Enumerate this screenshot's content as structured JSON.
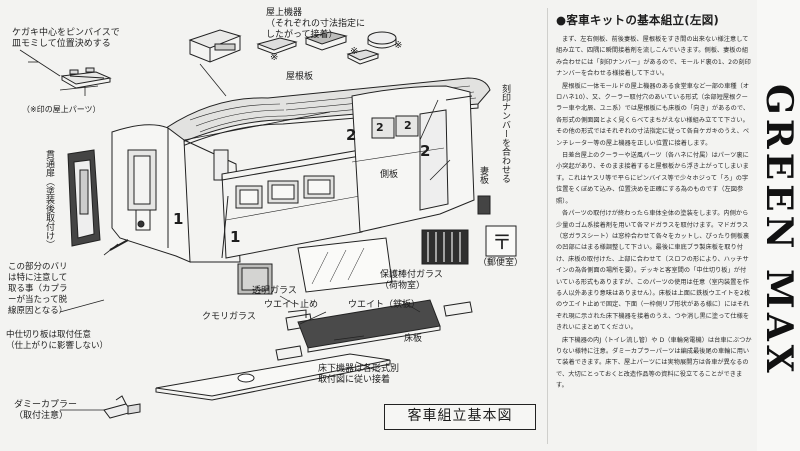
{
  "diagram": {
    "callouts": {
      "top_left": "ケガキ中心をピンバイスで\n皿モミして位置決めする",
      "roof_parts": "屋上機器\n（それぞれの寸法指定に\nしたがって接着）",
      "roof_part_note": "（※印の屋上パーツ）",
      "roof_plate": "屋根板",
      "engraved_number": "刻印ナンバーを合わせる",
      "end_door": "貫通扉（塗装後取付け）",
      "side_panel": "側板",
      "end_panel": "妻板",
      "burr_note": "この部分のバリ\nは特に注意して\n取る事（カプラ\nーが当たって脱\n線原因となる）",
      "partition_note": "中仕切り板は取付任意\n（仕上がりに影響しない）",
      "frosted_glass": "クモリガラス",
      "clear_glass": "透明ガラス",
      "weight_stop": "ウエイト止め",
      "weight_iron": "ウエイト（鉄板）",
      "protective_grille": "保護棒付ガラス\n（荷物室）",
      "post_office": "（郵便室）",
      "floor_plate": "床板",
      "underfloor_note": "床下機器は各形式別\n取付図に従い接着",
      "dummy_coupler": "ダミーカプラー\n（取付注意）",
      "asterisk": "※",
      "num_1": "1",
      "num_2": "2"
    },
    "caption": "客車組立基本図"
  },
  "article": {
    "heading": "●客車キットの基本組立(左図)",
    "paragraphs": [
      "まず、左右側板、前後妻板、屋根板をすき間の出来ない様注意して組み立て、四隅に瞬間接着剤を流しこんでいきます。側板、妻板の組み合わせには「刻印ナンバー」があるので、モールド裏の1、2の刻印ナンバーを合わせる様接着して下さい。",
      "屋根板に一体モールドの屋上機器のある食堂車など一部の車種（オロハネ10）、又、クーラー取付穴のあいている形式（余部短屋根クーラー車や北辰、ユニ系）では屋根板にも床板の「向き」があるので、各形式の側面図とよく見くらべてまちがえない様組み立てて下さい。その他の形式ではそれぞれの寸法指定に従って各自ケガキのうえ、ベンチレーター等の屋上機器を正しい位置に接着します。",
      "日差台屋上のクーラーや送風パーツ（各ハネに付属）はパーツ裏に小突起があり、そのまま接着すると屋根板から浮き上がってしまいます。これはヤスリ等で平らにピンバイス等で少々ホジって「ろ」の字位置をくぼめて込み、位置決めを正確にする為のものです（左図参照）。",
      "各パーツの取付けが終わったら車体全体の塗装をします。内側から少量のゴム系接着剤を用いて各マドガラスを取付けます。マドガラス（窓ガラスシート）は窓枠合わせて各々をカットし、ぴったり側板裏の凹部にはまる様調整して下さい。最後に車底ブラ製床板を取り付け、床板の取付けた、上部に合わせて（スロフの形により、ハッチサインの為各側面の場所を要）。デッキと客室間の「中仕切り板」が付いている形式もありますが、このパーツの使用は任意（室内装置を作る人以外あまり意味はありません）。床板は上面に鉄板ウエイトを2枚のウエイト止めで固定、下面（一枠側リブ形状がある様に）にはそれぞれ現に示された床下機器を接着のうえ、つや消し黒に塗って仕様をきれいにまとめてください。",
      "床下機器の内J（トイレ流し管）や D（車輪発電機）は台車にぶつかりない様特に注意。ダミーカプラーパーツは編成最後尾の車輪に用いて装着できます。床下、屋上パーツには実物展開方は各車が異なるので、大切にとっておくと改造作品等の資料に役立てることができます。"
    ]
  },
  "brand": {
    "name": "GREEN MAX"
  }
}
